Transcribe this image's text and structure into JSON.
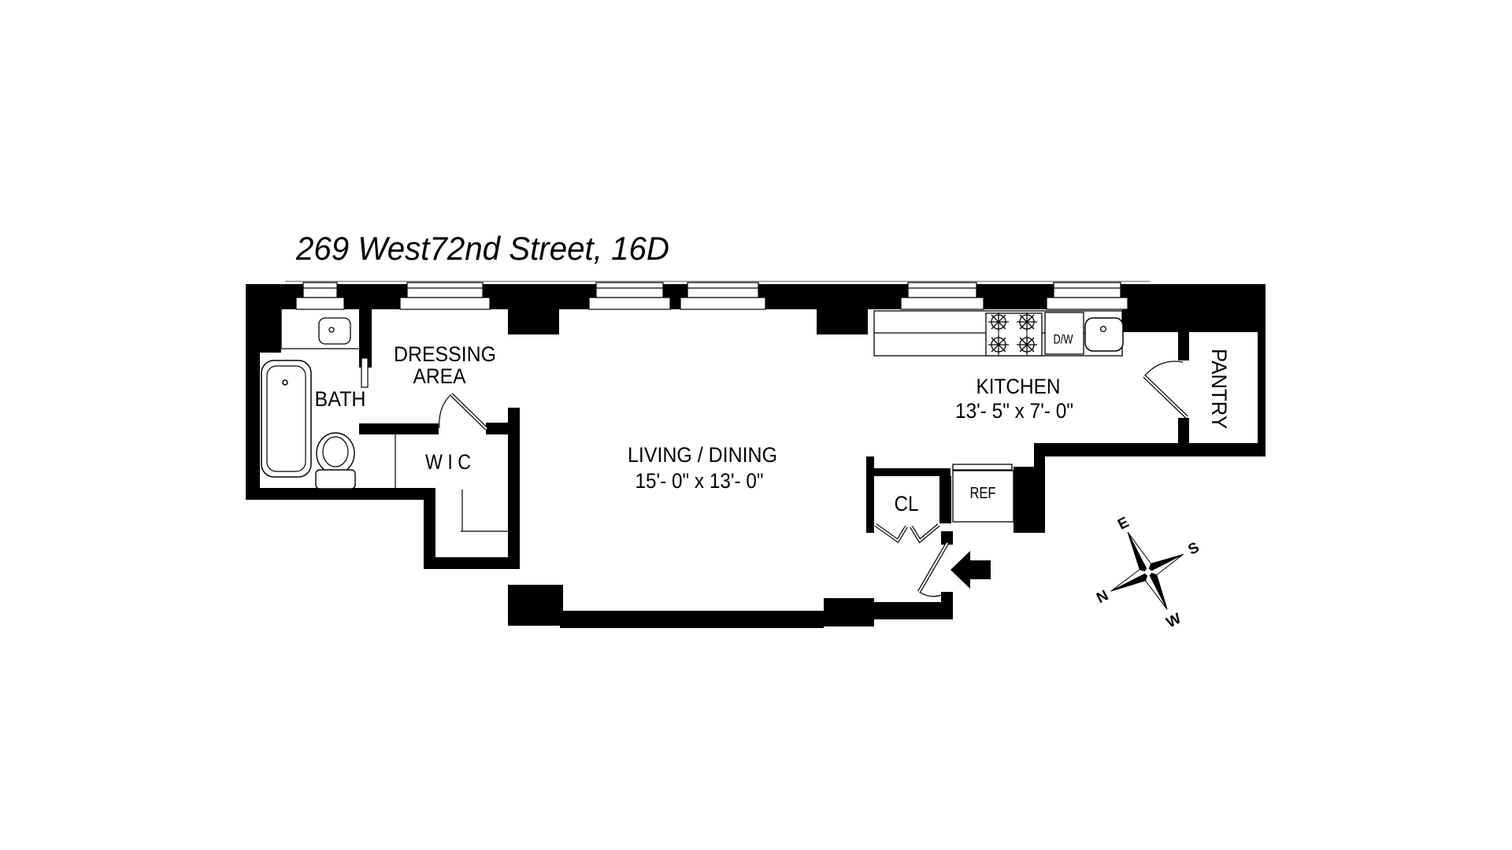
{
  "title": "269 West72nd Street, 16D",
  "rooms": {
    "dressing": {
      "line1": "DRESSING",
      "line2": "AREA"
    },
    "bath": {
      "label": "BATH"
    },
    "wic": {
      "label": "W I C"
    },
    "living": {
      "label": "LIVING / DINING",
      "dims": "15'- 0\" x 13'- 0\""
    },
    "kitchen": {
      "label": "KITCHEN",
      "dims": "13'- 5\" x 7'- 0\""
    },
    "pantry": {
      "label": "PANTRY"
    },
    "closet": {
      "label": "CL"
    }
  },
  "fixtures": {
    "refrigerator": "REF",
    "dishwasher": "D/W"
  },
  "compass": {
    "e": "E",
    "s": "S",
    "n": "N",
    "w": "W"
  },
  "colors": {
    "wall": "#000000",
    "background": "#ffffff"
  }
}
